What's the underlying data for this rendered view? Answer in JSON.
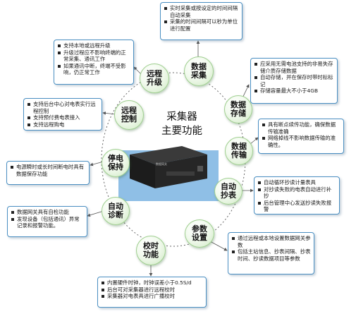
{
  "title": "采集器\n主要功能",
  "device": {
    "label": "数据网关"
  },
  "nodes": {
    "data_collect": "数据\n采集",
    "data_store": "数据\n存储",
    "data_transfer": "数据\n传输",
    "auto_read": "自动\n抄表",
    "param_set": "参数\n设置",
    "time_sync": "校时\n功能",
    "auto_diag": "自动\n诊断",
    "power_keep": "停电\n保持",
    "remote_ctrl": "远程\n控制",
    "remote_upgrade": "远程\n升级"
  },
  "boxes": {
    "data_collect": [
      "实时采集或按设定的时间间隔自动采集",
      "采集的时间间隔可以秒为单位进行配置"
    ],
    "data_store": [
      "应采用无需电池支持的非易失存储介质存储数据",
      "自动存储，并在保存时带时标标记",
      "存储容量最大不小于4GB"
    ],
    "data_transfer": [
      "具有断点续传功能，确保数据传输准确",
      "网络掉线不影响数据传输的准确性。"
    ],
    "auto_read": [
      "自动循环抄读计量表具",
      "对抄读失败的电表自动进行补抄",
      "后台管理中心发送抄读失败报警"
    ],
    "param_set": [
      "通过远程或本地设置数据网关参数",
      "包括主站信息、抄表间隔、抄表时间、抄读数据项目等参数"
    ],
    "time_sync": [
      "内置硬件时钟，时钟误差小于0.5S/d",
      "后台可对采集器进行远程校时",
      "采集器对电表具进行广播校时"
    ],
    "auto_diag": [
      "数据网关具有自检功能",
      "发现设备（包括通讯）异常记录和报警功能。"
    ],
    "power_keep": [
      "电源瞬时或长时间断电时具有数据保存功能"
    ],
    "remote_ctrl": [
      "支持后台中心对电表实行远程控制",
      "支持预付费电表接入",
      "支持远程购电"
    ],
    "remote_upgrade": [
      "支持本地或远程升级",
      "升级过程应不影响终端的正常采集、通讯工作",
      "如果通讯中断，终端不受影响，仍正常工作"
    ]
  },
  "colors": {
    "box_border": "#4a8fc2",
    "bubble_fill": "#e2f3db",
    "bubble_border": "#9fcf8f",
    "device_background": "#8fbfe6",
    "connector": "#555555"
  }
}
